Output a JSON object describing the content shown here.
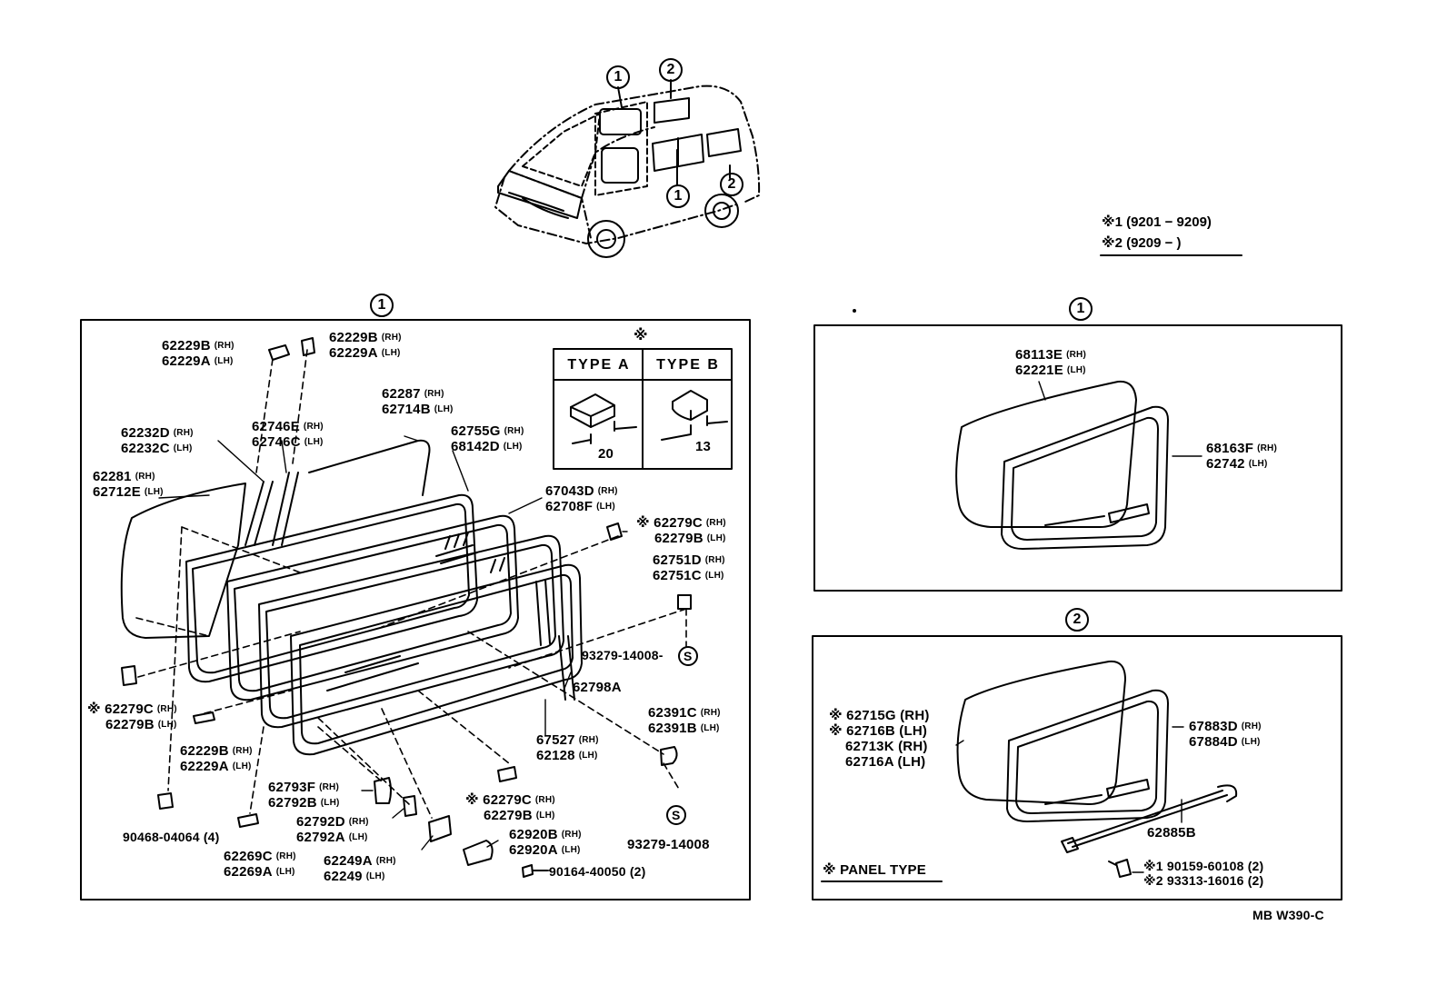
{
  "legend": {
    "row1": "※1 (9201 − 9209)",
    "row2": "※2 (9209 −         )"
  },
  "van": {
    "marker1": "1",
    "marker2": "2"
  },
  "sections": {
    "main": {
      "marker": "1"
    },
    "right_top": {
      "marker": "1"
    },
    "right_bottom": {
      "marker": "2",
      "caption": "※ PANEL TYPE"
    }
  },
  "type_box": {
    "asterisk": "※",
    "type_a": "TYPE  A",
    "type_b": "TYPE  B",
    "dim_a": "20",
    "dim_b": "13"
  },
  "parts_main": [
    {
      "id": "p1",
      "l1": "62229B",
      "s1": "(RH)",
      "l2": "62229A",
      "s2": "(LH)"
    },
    {
      "id": "p2",
      "l1": "62229B",
      "s1": "(RH)",
      "l2": "62229A",
      "s2": "(LH)"
    },
    {
      "id": "p3",
      "l1": "62287",
      "s1": "(RH)",
      "l2": "62714B",
      "s2": "(LH)"
    },
    {
      "id": "p4",
      "l1": "62232D",
      "s1": "(RH)",
      "l2": "62232C",
      "s2": "(LH)"
    },
    {
      "id": "p5",
      "l1": "62746E",
      "s1": "(RH)",
      "l2": "62746C",
      "s2": "(LH)"
    },
    {
      "id": "p6",
      "l1": "62755G",
      "s1": "(RH)",
      "l2": "68142D",
      "s2": "(LH)"
    },
    {
      "id": "p7",
      "l1": "62281",
      "s1": "(RH)",
      "l2": "62712E",
      "s2": "(LH)"
    },
    {
      "id": "p8",
      "l1": "67043D",
      "s1": "(RH)",
      "l2": "62708F",
      "s2": "(LH)"
    },
    {
      "id": "p9",
      "l1": "※ 62279C",
      "s1": "(RH)",
      "l2": "62279B",
      "s2": "(LH)"
    },
    {
      "id": "p10",
      "l1": "62751D",
      "s1": "(RH)",
      "l2": "62751C",
      "s2": "(LH)"
    },
    {
      "id": "p11",
      "l1": "93279-14008-",
      "s1": "",
      "l2": "",
      "s2": ""
    },
    {
      "id": "p12",
      "l1": "62798A",
      "s1": "",
      "l2": "",
      "s2": ""
    },
    {
      "id": "p13",
      "l1": "※ 62279C",
      "s1": "(RH)",
      "l2": "62279B",
      "s2": "(LH)"
    },
    {
      "id": "p14",
      "l1": "62391C",
      "s1": "(RH)",
      "l2": "62391B",
      "s2": "(LH)"
    },
    {
      "id": "p15",
      "l1": "62229B",
      "s1": "(RH)",
      "l2": "62229A",
      "s2": "(LH)"
    },
    {
      "id": "p16",
      "l1": "67527",
      "s1": "(RH)",
      "l2": "62128",
      "s2": "(LH)"
    },
    {
      "id": "p17",
      "l1": "62793F",
      "s1": "(RH)",
      "l2": "62792B",
      "s2": "(LH)"
    },
    {
      "id": "p18",
      "l1": "※ 62279C",
      "s1": "(RH)",
      "l2": "62279B",
      "s2": "(LH)"
    },
    {
      "id": "p19",
      "l1": "62792D",
      "s1": "(RH)",
      "l2": "62792A",
      "s2": "(LH)"
    },
    {
      "id": "p20",
      "l1": "90468-04064 (4)",
      "s1": "",
      "l2": "",
      "s2": ""
    },
    {
      "id": "p21",
      "l1": "62920B",
      "s1": "(RH)",
      "l2": "62920A",
      "s2": "(LH)"
    },
    {
      "id": "p22",
      "l1": "62269C",
      "s1": "(RH)",
      "l2": "62269A",
      "s2": "(LH)"
    },
    {
      "id": "p23",
      "l1": "62249A",
      "s1": "(RH)",
      "l2": "62249",
      "s2": "(LH)"
    },
    {
      "id": "p24",
      "l1": "93279-14008",
      "s1": "",
      "l2": "",
      "s2": ""
    },
    {
      "id": "p25",
      "l1": "90164-40050 (2)",
      "s1": "",
      "l2": "",
      "s2": ""
    }
  ],
  "parts_right_top": [
    {
      "id": "q1",
      "l1": "68113E",
      "s1": "(RH)",
      "l2": "62221E",
      "s2": "(LH)"
    },
    {
      "id": "q2",
      "l1": "68163F",
      "s1": "(RH)",
      "l2": "62742",
      "s2": "(LH)"
    }
  ],
  "parts_right_bottom": [
    {
      "id": "r1",
      "lines": [
        "※ 62715G (RH)",
        "※ 62716B (LH)",
        "62713K (RH)",
        "62716A (LH)"
      ]
    },
    {
      "id": "r2",
      "l1": "67883D",
      "s1": "(RH)",
      "l2": "67884D",
      "s2": "(LH)"
    },
    {
      "id": "r3",
      "l1": "62885B",
      "s1": "",
      "l2": "",
      "s2": ""
    },
    {
      "id": "r4",
      "l1": "※1 90159-60108 (2)",
      "s1": "",
      "l2": "※2 93313-16016 (2)",
      "s2": ""
    }
  ],
  "screw_symbol": "S",
  "footer": {
    "code": "MB W390-C"
  }
}
